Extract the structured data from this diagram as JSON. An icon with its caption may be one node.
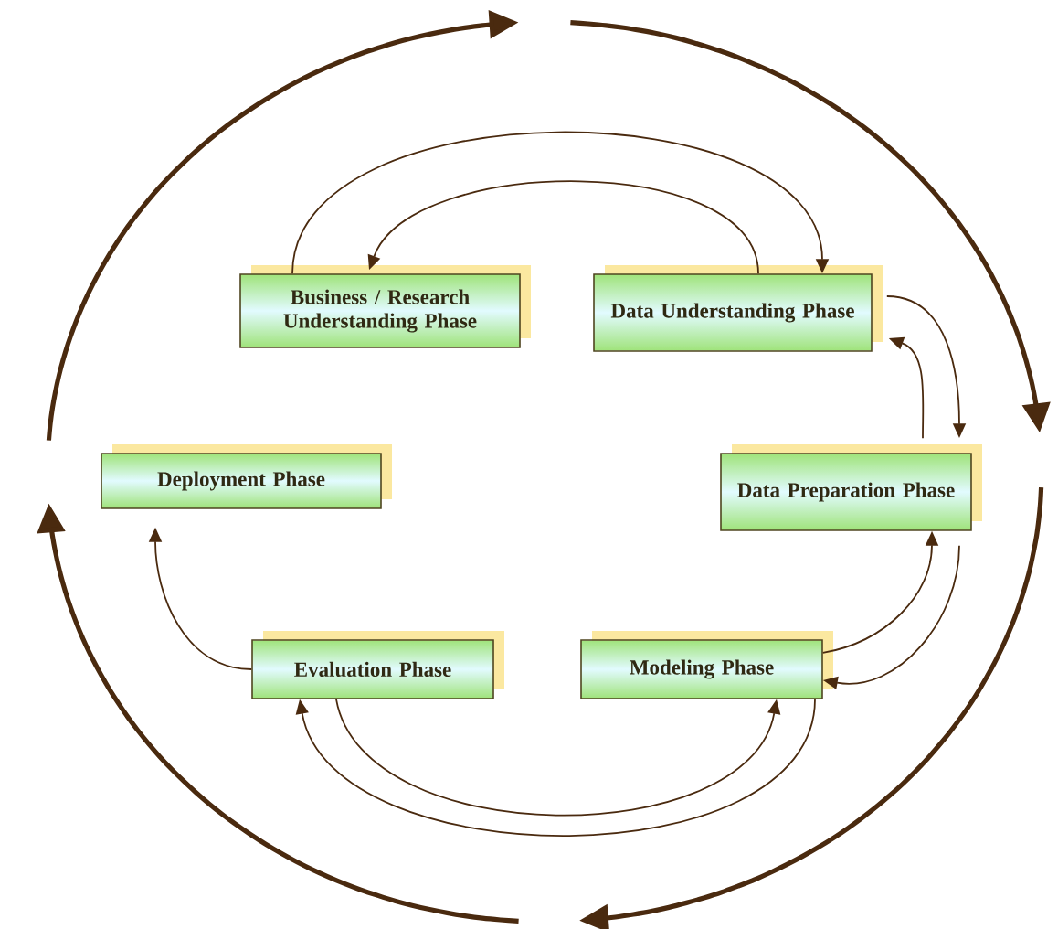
{
  "diagram": {
    "nodes": [
      {
        "text": [
          "Business / Research Understanding Phase"
        ]
      },
      {
        "text": [
          "Data Understanding Phase"
        ]
      },
      {
        "text": [
          "Deployment Phase"
        ]
      },
      {
        "text": [
          "Data Preparation Phase"
        ]
      },
      {
        "text": [
          "Evaluation Phase"
        ]
      },
      {
        "text": [
          "Modeling Phase"
        ]
      }
    ],
    "edges": [
      {
        "from": 0,
        "to": 1,
        "arrow": "to"
      },
      {
        "from": 1,
        "to": 0,
        "arrow": "to"
      },
      {
        "from": 1,
        "to": 3,
        "arrow": "to"
      },
      {
        "from": 3,
        "to": 1,
        "arrow": "to"
      },
      {
        "from": 5,
        "to": 3,
        "arrow": "to"
      },
      {
        "from": 3,
        "to": 5,
        "arrow": "to"
      },
      {
        "from": 4,
        "to": 5,
        "arrow": "to"
      },
      {
        "from": 5,
        "to": 4,
        "arrow": "to"
      },
      {
        "from": 4,
        "to": 2,
        "arrow": "to"
      }
    ]
  }
}
